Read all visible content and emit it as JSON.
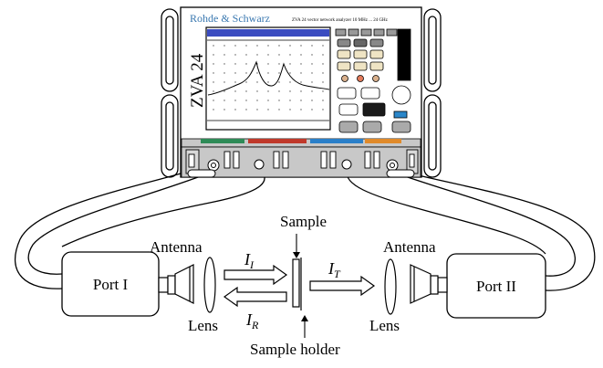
{
  "instrument": {
    "brand": "Rohde & Schwarz",
    "model_text": "ZVA 24 vector network analyzer 10 MHz ... 24 GHz",
    "front_label": "ZVA 24"
  },
  "ports": {
    "port1": "Port I",
    "port2": "Port II"
  },
  "labels": {
    "antenna_left": "Antenna",
    "antenna_right": "Antenna",
    "lens_left": "Lens",
    "lens_right": "Lens",
    "sample": "Sample",
    "sample_holder": "Sample holder"
  },
  "signals": {
    "incident": {
      "base": "I",
      "sub": "I"
    },
    "reflected": {
      "base": "I",
      "sub": "R"
    },
    "transmitted": {
      "base": "I",
      "sub": "T"
    }
  },
  "colors": {
    "screen_header": "#3b4cc0",
    "port_green": "#2e8b57",
    "port_red": "#c0392b",
    "port_blue": "#2a7fc9",
    "port_orange": "#e08a2a",
    "key_beige": "#efe4c4",
    "key_blue": "#2a86c9",
    "brand_text": "#3a78b0"
  }
}
